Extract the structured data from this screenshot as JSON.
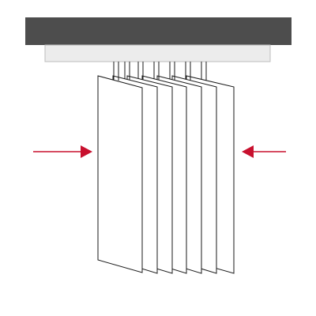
{
  "diagram": {
    "subject": "vertical-blinds-stacked",
    "slat_count": 7,
    "arrows": [
      {
        "name": "left-arrow",
        "direction": "right"
      },
      {
        "name": "right-arrow",
        "direction": "left"
      }
    ]
  },
  "colors": {
    "headrail_dark": "#4d4d4d",
    "headrail_light": "#ececec",
    "slat_fill": "#ffffff",
    "stroke": "#1a1a1a",
    "arrow": "#c8102e",
    "background": "#ffffff"
  }
}
